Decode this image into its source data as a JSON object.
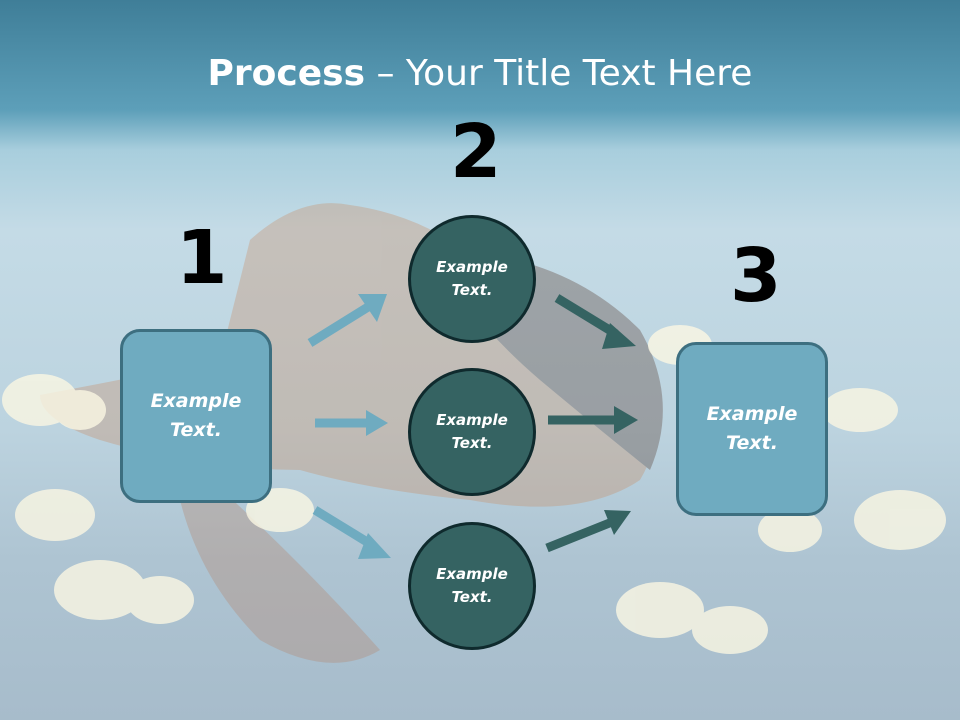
{
  "title": {
    "bold": "Process",
    "rest": " – Your Title Text Here"
  },
  "steps": [
    {
      "number": "1",
      "label_line1": "Example",
      "label_line2": "Text."
    },
    {
      "number": "2",
      "label_line1": "Example",
      "label_line2": "Text."
    },
    {
      "number": "3",
      "label_line1": "Example",
      "label_line2": "Text."
    }
  ],
  "circles": [
    {
      "label_line1": "Example",
      "label_line2": "Text."
    },
    {
      "label_line1": "Example",
      "label_line2": "Text."
    },
    {
      "label_line1": "Example",
      "label_line2": "Text."
    }
  ],
  "colors": {
    "box_fill": "#6fabc0",
    "box_border": "#3d6f80",
    "circle_fill": "#356362",
    "circle_border": "#0f2a2d",
    "left_arrow": "#6fabc0",
    "right_arrow": "#356362"
  }
}
